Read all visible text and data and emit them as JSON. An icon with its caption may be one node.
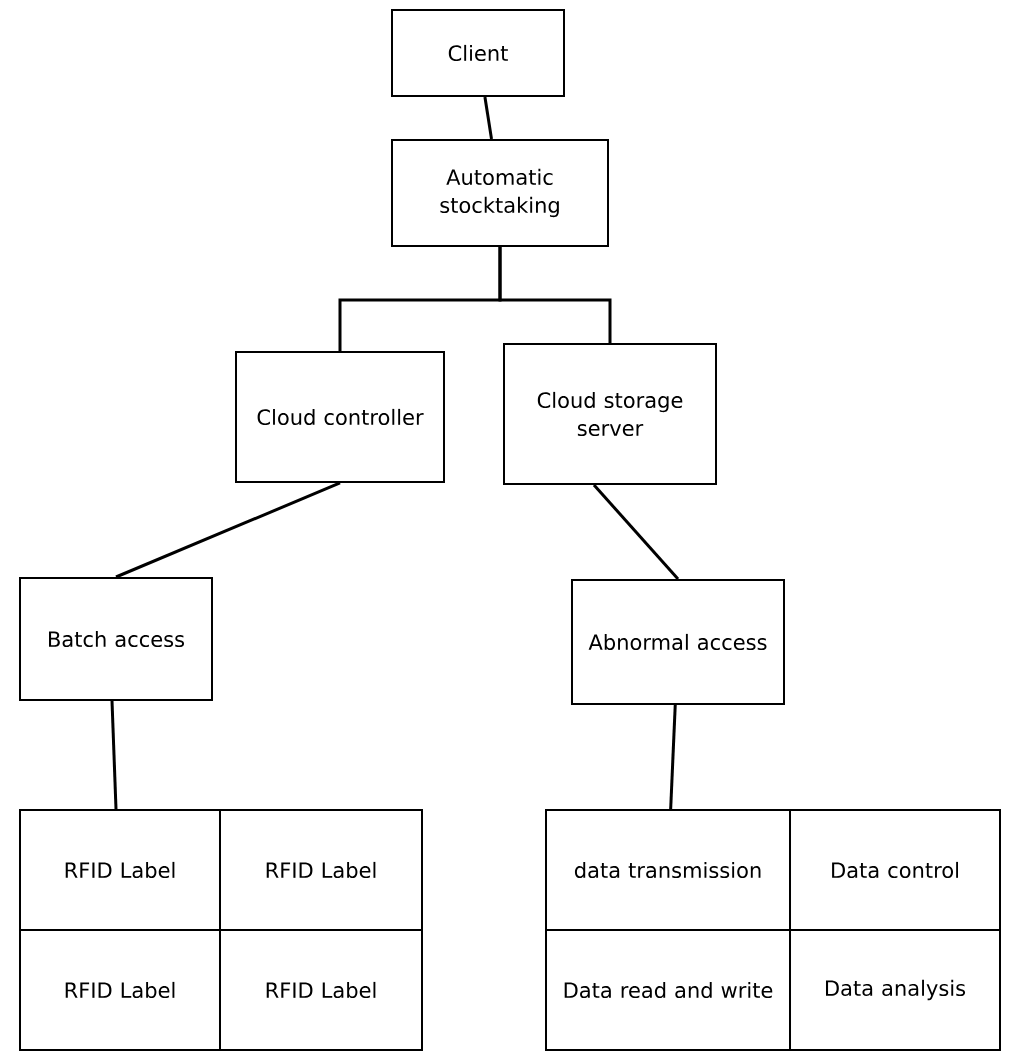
{
  "diagram": {
    "nodes": [
      {
        "text": [
          "Client"
        ]
      },
      {
        "text": [
          "Automatic stocktaking"
        ]
      },
      {
        "text": [
          "Cloud controller"
        ]
      },
      {
        "text": [
          "Cloud storage server"
        ]
      },
      {
        "text": [
          "Batch access"
        ]
      },
      {
        "text": [
          "Abnormal access"
        ]
      },
      {
        "text": [
          "RFID Label"
        ]
      },
      {
        "text": [
          "RFID Label"
        ]
      },
      {
        "text": [
          "RFID Label"
        ]
      },
      {
        "text": [
          "RFID Label"
        ]
      },
      {
        "text": [
          "data transmission"
        ]
      },
      {
        "text": [
          "Data control"
        ]
      },
      {
        "text": [
          "Data read and write"
        ]
      },
      {
        "text": [
          "Data analysis"
        ]
      }
    ],
    "edges": [
      {
        "from": 0,
        "to": 1,
        "arrow": "none"
      },
      {
        "from": 1,
        "to": 2,
        "arrow": "none"
      },
      {
        "from": 1,
        "to": 3,
        "arrow": "none"
      },
      {
        "from": 2,
        "to": 4,
        "arrow": "none"
      },
      {
        "from": 3,
        "to": 5,
        "arrow": "none"
      },
      {
        "from": 4,
        "to": 6,
        "arrow": "none"
      },
      {
        "from": 5,
        "to": 10,
        "arrow": "none"
      }
    ]
  }
}
